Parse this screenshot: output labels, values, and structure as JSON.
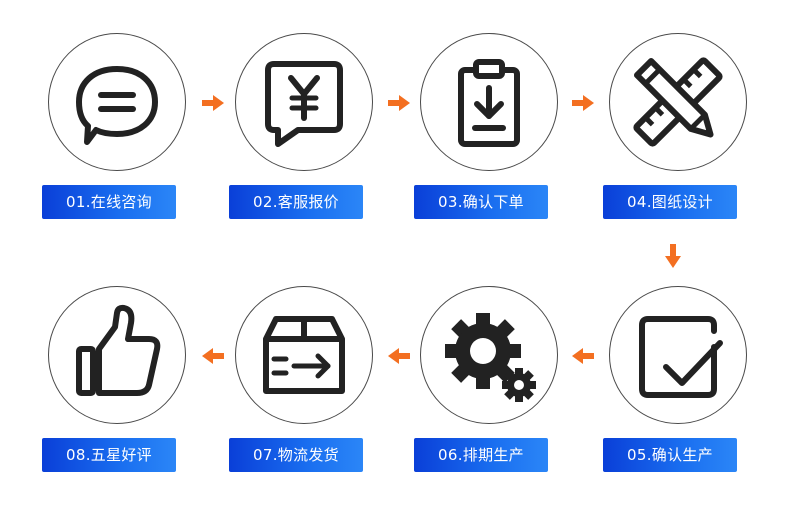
{
  "accent_color": "#f36f21",
  "label_color": "#1660e8",
  "steps": [
    {
      "label": "01.在线咨询",
      "icon": "chat-bubble-icon"
    },
    {
      "label": "02.客服报价",
      "icon": "yen-quote-icon"
    },
    {
      "label": "03.确认下单",
      "icon": "clipboard-download-icon"
    },
    {
      "label": "04.图纸设计",
      "icon": "pencil-ruler-icon"
    },
    {
      "label": "05.确认生产",
      "icon": "checkbox-icon"
    },
    {
      "label": "06.排期生产",
      "icon": "gears-icon"
    },
    {
      "label": "07.物流发货",
      "icon": "shipping-box-icon"
    },
    {
      "label": "08.五星好评",
      "icon": "thumbs-up-icon"
    }
  ]
}
